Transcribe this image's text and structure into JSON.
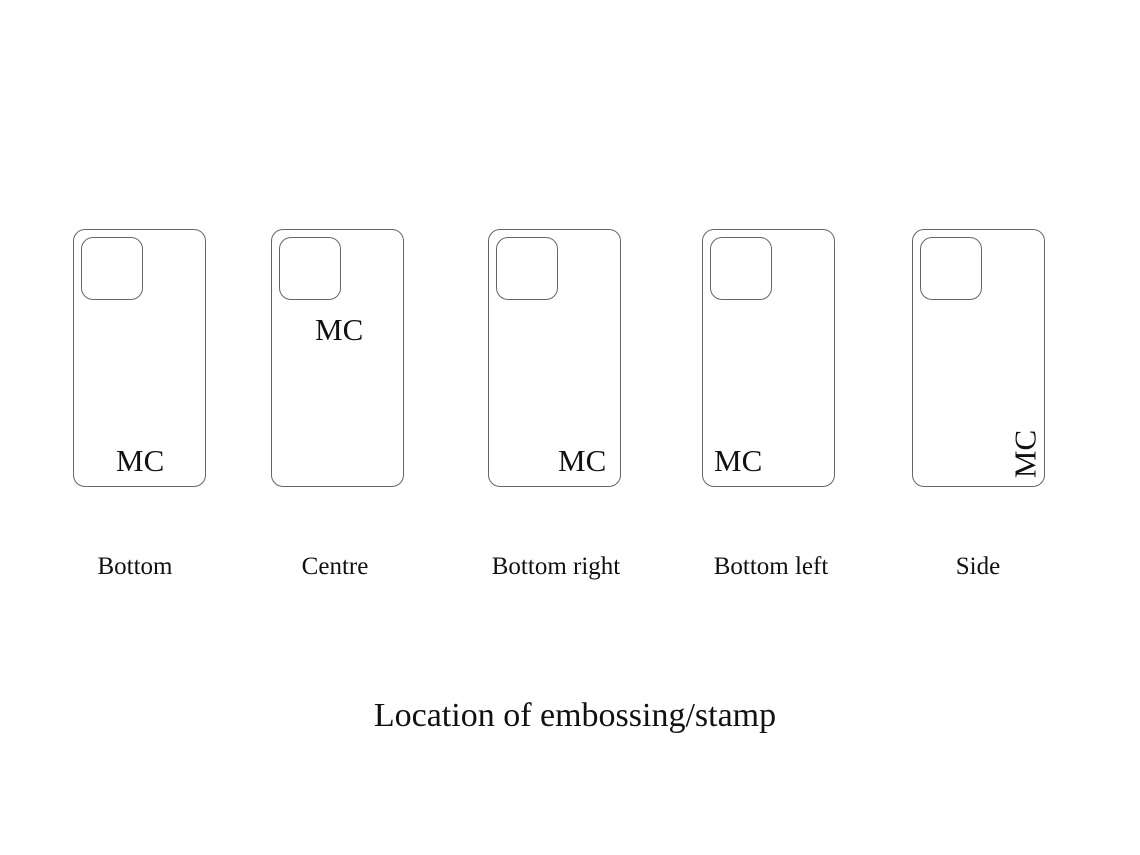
{
  "phones": [
    {
      "label": "Bottom",
      "stamp": "MC"
    },
    {
      "label": "Centre",
      "stamp": "MC"
    },
    {
      "label": "Bottom right",
      "stamp": "MC"
    },
    {
      "label": "Bottom left",
      "stamp": "MC"
    },
    {
      "label": "Side",
      "stamp": "MC"
    }
  ],
  "title": "Location of embossing/stamp"
}
